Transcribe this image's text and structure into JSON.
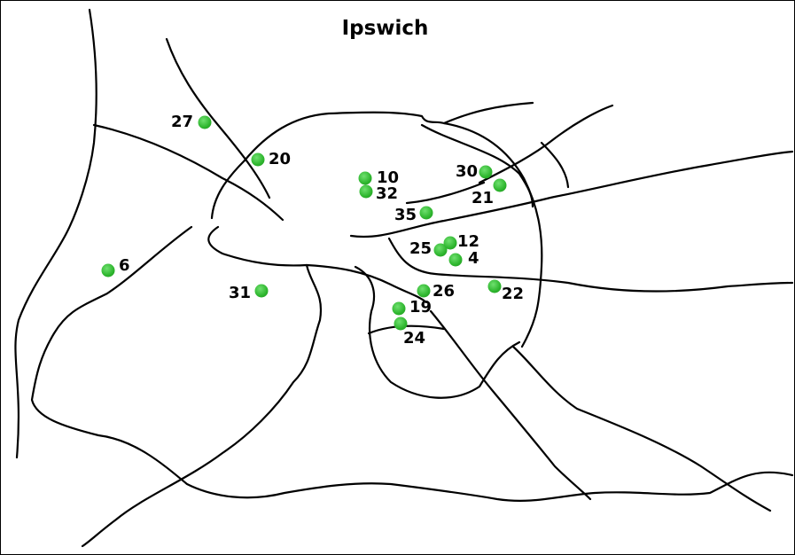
{
  "map": {
    "title": "Ipswich",
    "marker_color": "#2db52d",
    "markers": [
      {
        "id": "27"
      },
      {
        "id": "20"
      },
      {
        "id": "10"
      },
      {
        "id": "32"
      },
      {
        "id": "35"
      },
      {
        "id": "30"
      },
      {
        "id": "21"
      },
      {
        "id": "25"
      },
      {
        "id": "12"
      },
      {
        "id": "4"
      },
      {
        "id": "6"
      },
      {
        "id": "31"
      },
      {
        "id": "26"
      },
      {
        "id": "22"
      },
      {
        "id": "19"
      },
      {
        "id": "24"
      }
    ]
  }
}
